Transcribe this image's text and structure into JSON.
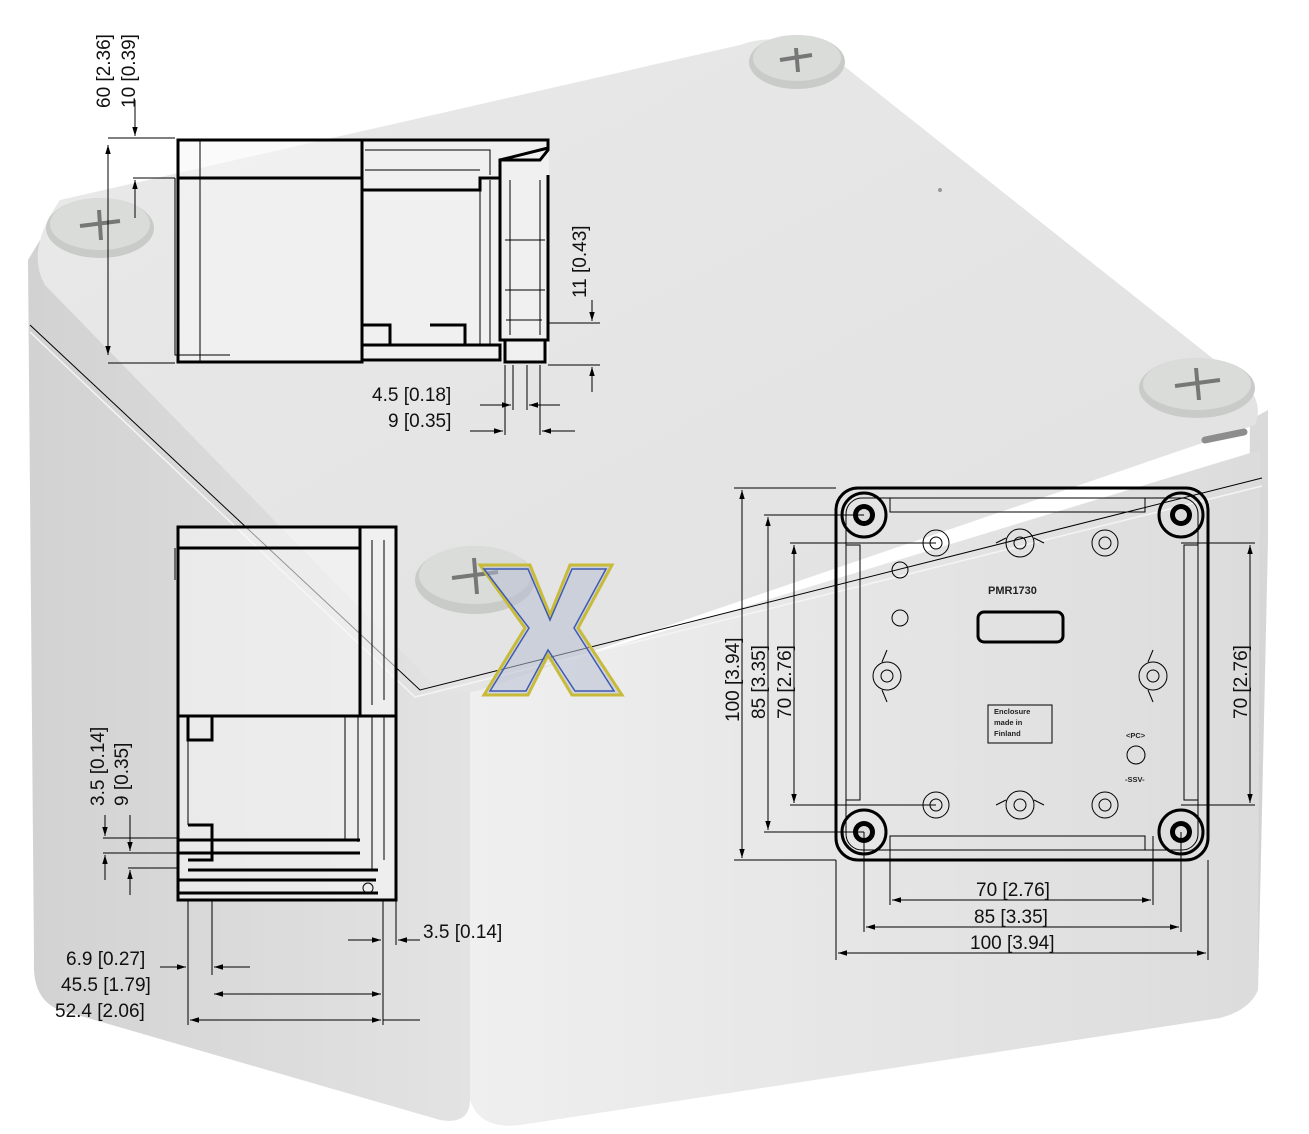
{
  "drawing": {
    "top_view": {
      "dims": {
        "overall_height": "60  [2.36]",
        "lid_height": "10  [0.39]",
        "bolt_projection": "11  [0.43]",
        "screw_d": "4.5  [0.18]",
        "head_d": "9  [0.35]"
      }
    },
    "side_view": {
      "dims": {
        "flange_a": "3.5  [0.14]",
        "flange_b": "9  [0.35]",
        "lip": "3.5  [0.14]",
        "d1": "6.9  [0.27]",
        "d2": "45.5  [1.79]",
        "d3": "52.4  [2.06]"
      }
    },
    "bottom_view": {
      "dims": {
        "v100": "100  [3.94]",
        "v85": "85  [3.35]",
        "v70": "70  [2.76]",
        "v70_right": "70  [2.76]",
        "h70": "70  [2.76]",
        "h85": "85  [3.35]",
        "h100": "100  [3.94]"
      },
      "emboss": {
        "part_no": "PMR1730",
        "made_in_1": "Enclosure",
        "made_in_2": "made in",
        "made_in_3": "Finland",
        "pc_mark": "<PC>",
        "ssv_mark": "-SSV-"
      }
    },
    "logo_letter": "X"
  },
  "colors": {
    "enclosure_top": "#e6e6e6",
    "enclosure_side": "#d8d8d8",
    "enclosure_front": "#ececec",
    "screw_cap": "#d4d6d4",
    "logo_outline": "#c8bb3a",
    "logo_fill": "#b6bfd2"
  }
}
